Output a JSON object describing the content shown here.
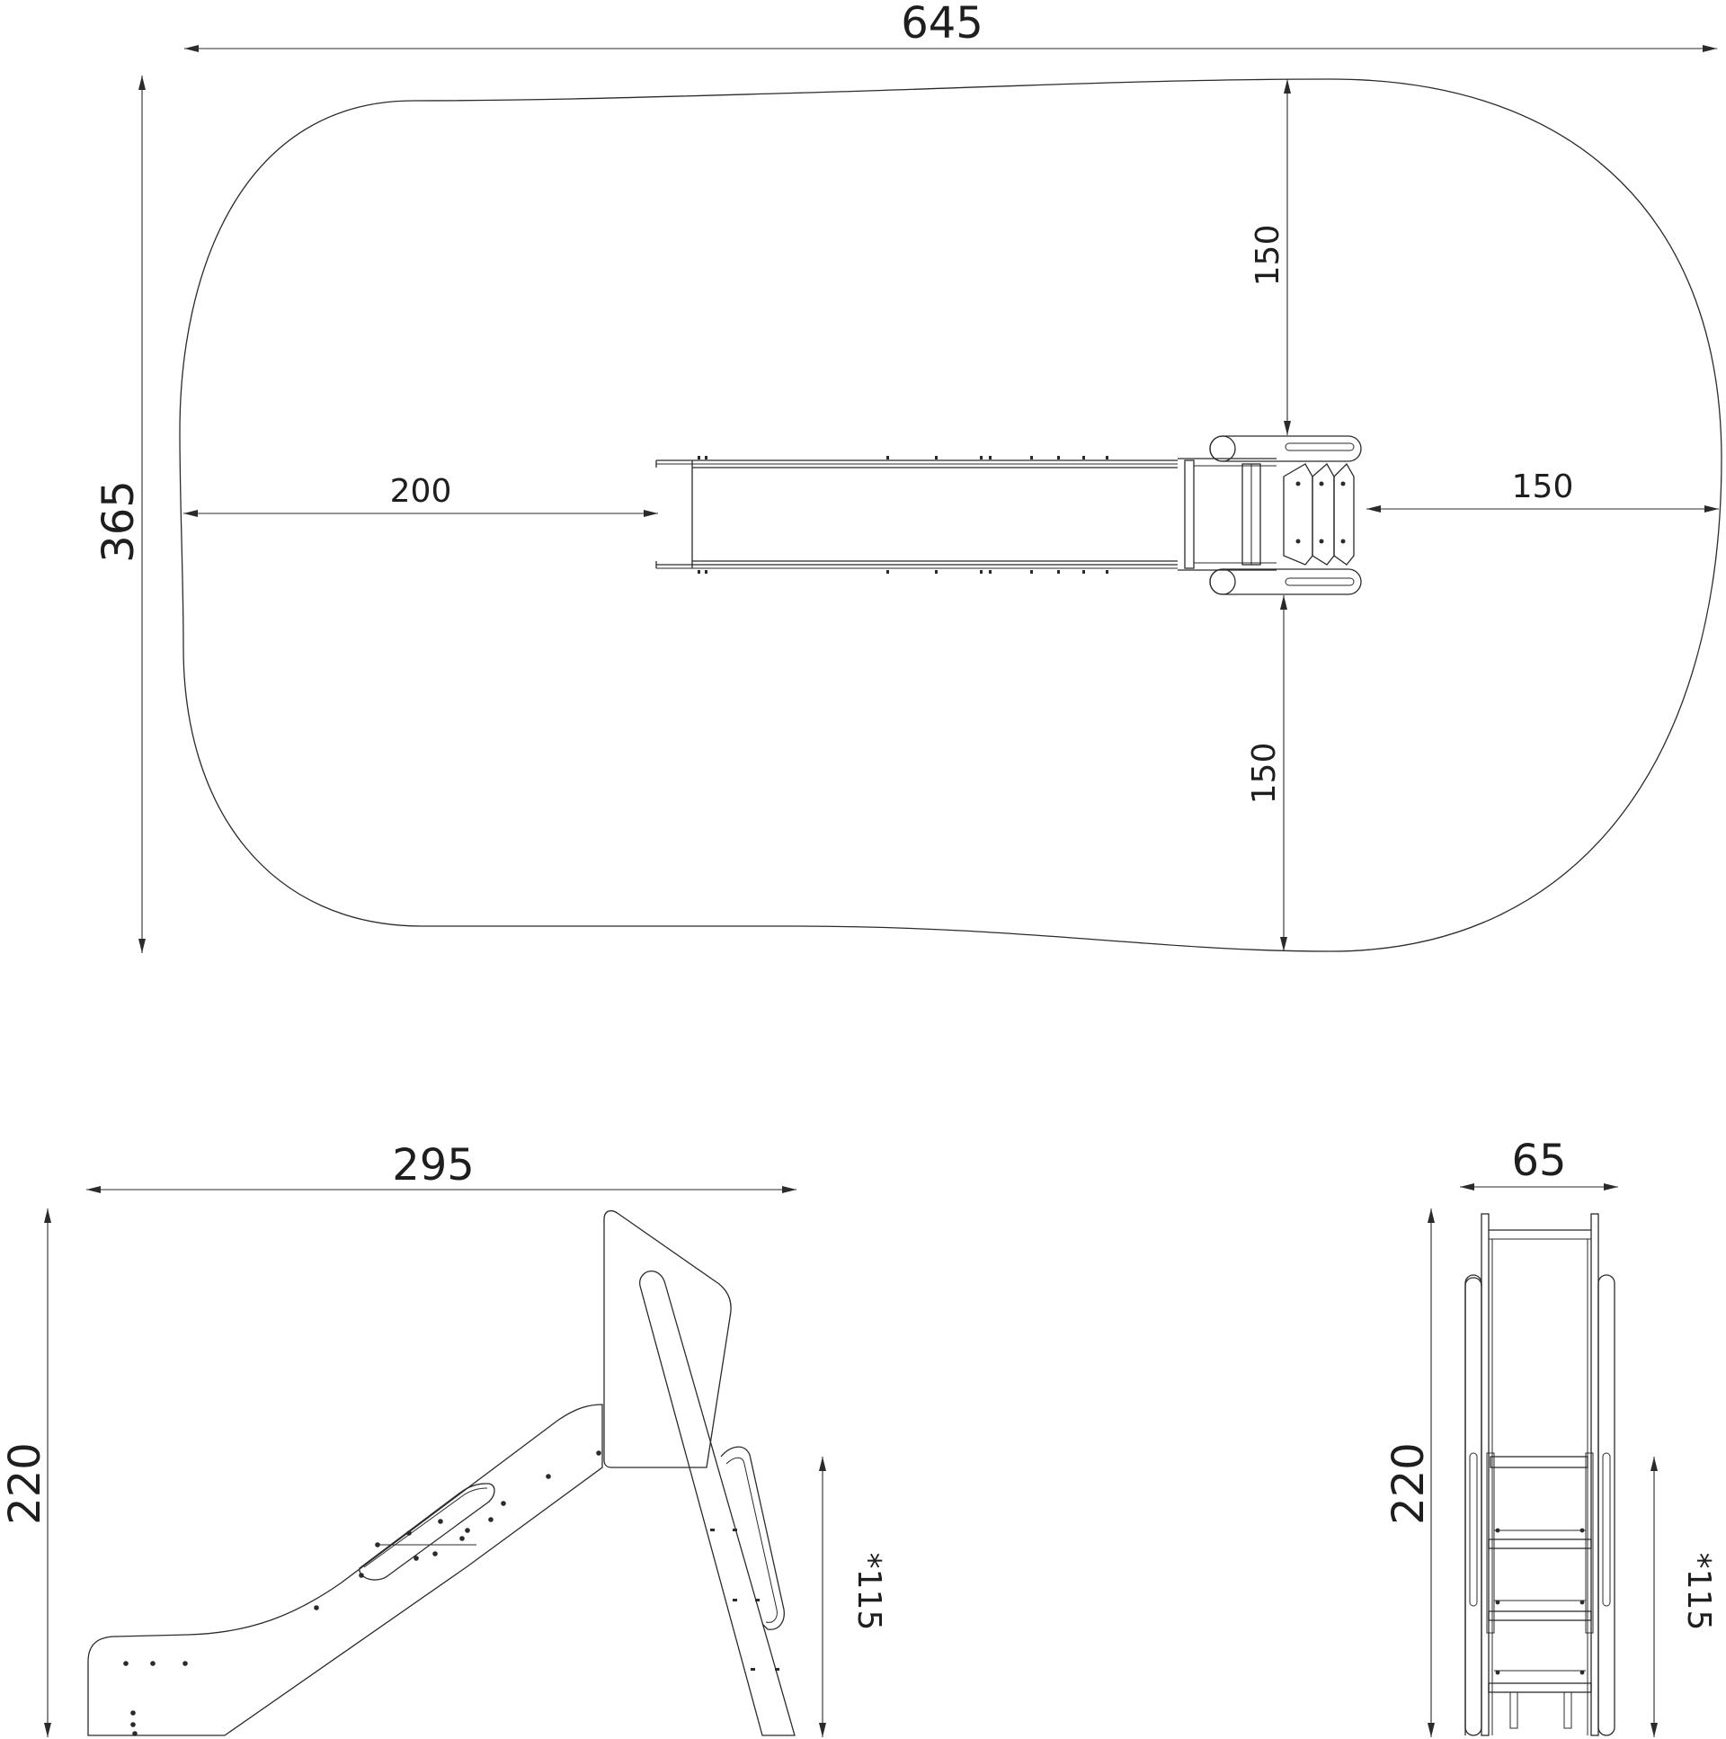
{
  "plan_view": {
    "total_length": "645",
    "total_width": "365",
    "left_clearance": "200",
    "right_clearance": "150",
    "top_clearance": "150",
    "bottom_clearance": "150"
  },
  "side_view": {
    "length": "295",
    "height": "220",
    "platform_height": "*115"
  },
  "front_view": {
    "width": "65",
    "height": "220",
    "platform_height": "*115"
  }
}
